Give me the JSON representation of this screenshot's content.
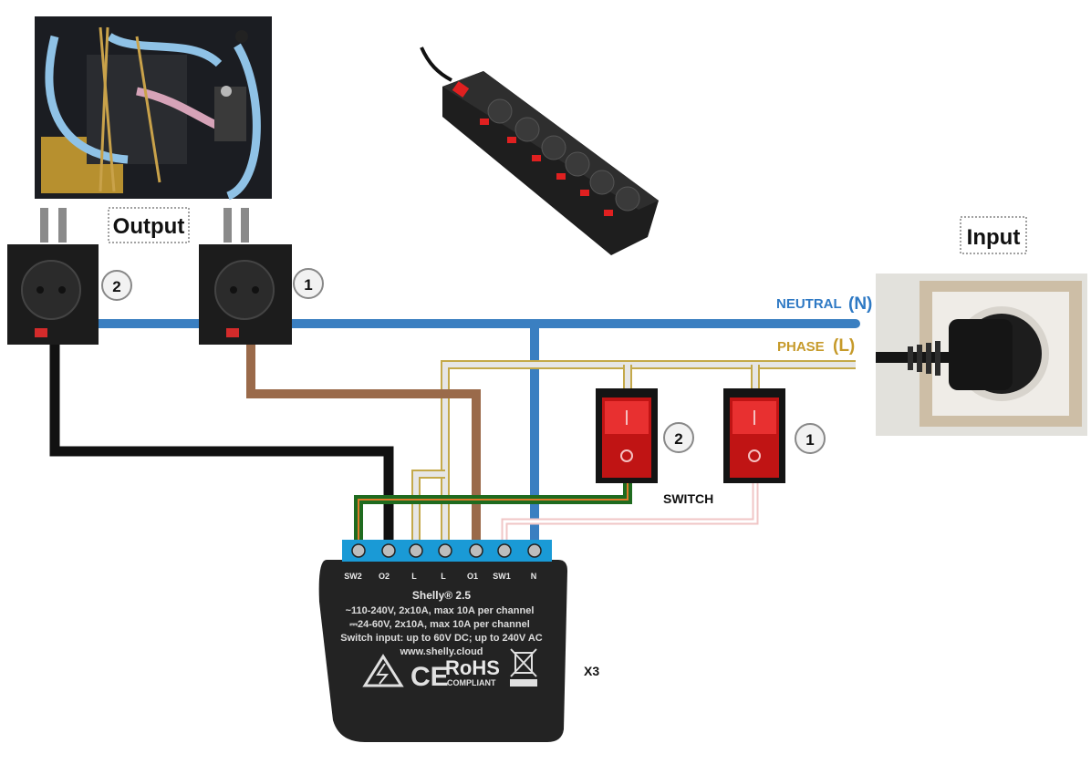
{
  "labels": {
    "output": "Output",
    "input": "Input",
    "neutral": "NEUTRAL",
    "neutral_symbol": "(N)",
    "phase": "PHASE",
    "phase_symbol": "(L)",
    "switch": "SWITCH",
    "multiplier": "X3"
  },
  "sockets": [
    {
      "number": "2"
    },
    {
      "number": "1"
    }
  ],
  "switches": [
    {
      "number": "2"
    },
    {
      "number": "1"
    }
  ],
  "device": {
    "terminals": [
      "SW2",
      "O2",
      "L",
      "L",
      "O1",
      "SW1",
      "N"
    ],
    "title": "Shelly® 2.5",
    "lines": [
      "~110-240V, 2x10A, max 10A per channel",
      "⎓24-60V, 2x10A, max 10A per channel",
      "Switch input: up to 60V DC; up to 240V AC",
      "www.shelly.cloud"
    ],
    "mark_ce": "CE",
    "mark_rohs": "RoHS",
    "mark_compliant": "COMPLIANT"
  },
  "colors": {
    "neutral": "#3a7fc1",
    "phase": "#c4a94a",
    "brown": "#9a6a4a",
    "black": "#111111",
    "green": "#1f6b1f",
    "pink": "#f0c6c6",
    "neutral_label": "#2e79c4",
    "phase_label": "#c69a2a"
  }
}
